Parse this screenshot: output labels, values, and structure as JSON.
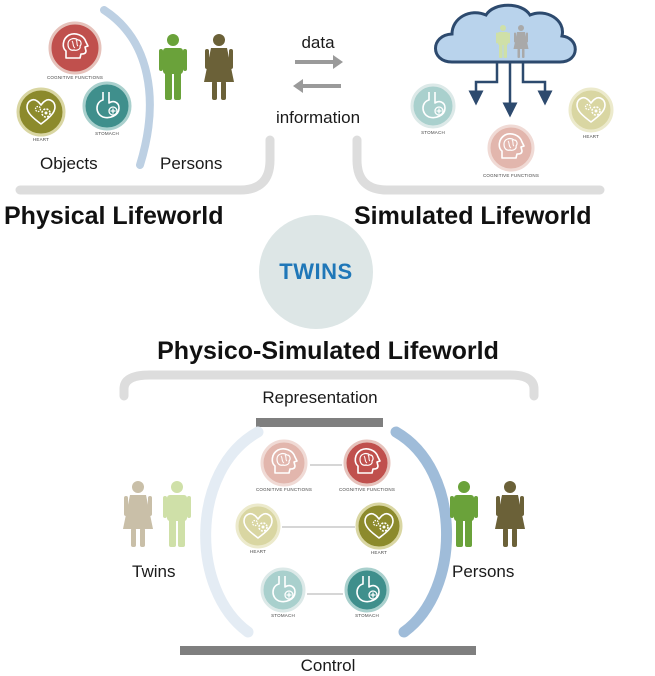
{
  "flow": {
    "top_label": "data",
    "bottom_label": "information"
  },
  "physical": {
    "title": "Physical Lifeworld",
    "objects_label": "Objects",
    "persons_label": "Persons",
    "cognitive_caption": "COGNITIVE FUNCTIONS",
    "heart_caption": "HEART",
    "stomach_caption": "STOMACH"
  },
  "simulated": {
    "title": "Simulated Lifeworld",
    "stomach_caption": "STOMACH",
    "heart_caption": "HEART",
    "cognitive_caption": "COGNITIVE FUNCTIONS"
  },
  "center": {
    "label": "TWINS"
  },
  "physico": {
    "title": "Physico-Simulated Lifeworld",
    "representation_label": "Representation",
    "control_label": "Control",
    "twins_label": "Twins",
    "persons_label": "Persons",
    "left_cognitive_caption": "COGNITIVE FUNCTIONS",
    "right_cognitive_caption": "COGNITIVE FUNCTIONS",
    "left_heart_caption": "HEART",
    "right_heart_caption": "HEART",
    "left_stomach_caption": "STOMACH",
    "right_stomach_caption": "STOMACH"
  },
  "colors": {
    "cognitive": "#c0504d",
    "cognitive_light": "#e2b6ad",
    "heart": "#8c8a2c",
    "heart_light": "#d9d6a2",
    "stomach": "#3f8f8c",
    "stomach_light": "#a9d0cd",
    "person_green": "#6aa23a",
    "person_olive": "#6b6138",
    "twin_beige": "#c9bfa8",
    "twin_green": "#cfe0a8",
    "cloud_fill": "#b9d3ec",
    "cloud_stroke": "#2d4a6e",
    "accent_blue": "#1f77b8",
    "arc_blue": "#9fbcd9",
    "bracket_gray": "#dcdcdc",
    "bar_gray": "#7f7f7f",
    "twins_circle": "#dde6e6"
  },
  "icons": [
    "brain-icon",
    "heart-gear-icon",
    "stomach-plus-icon",
    "person-icon",
    "cloud-icon",
    "arrow-icon"
  ]
}
